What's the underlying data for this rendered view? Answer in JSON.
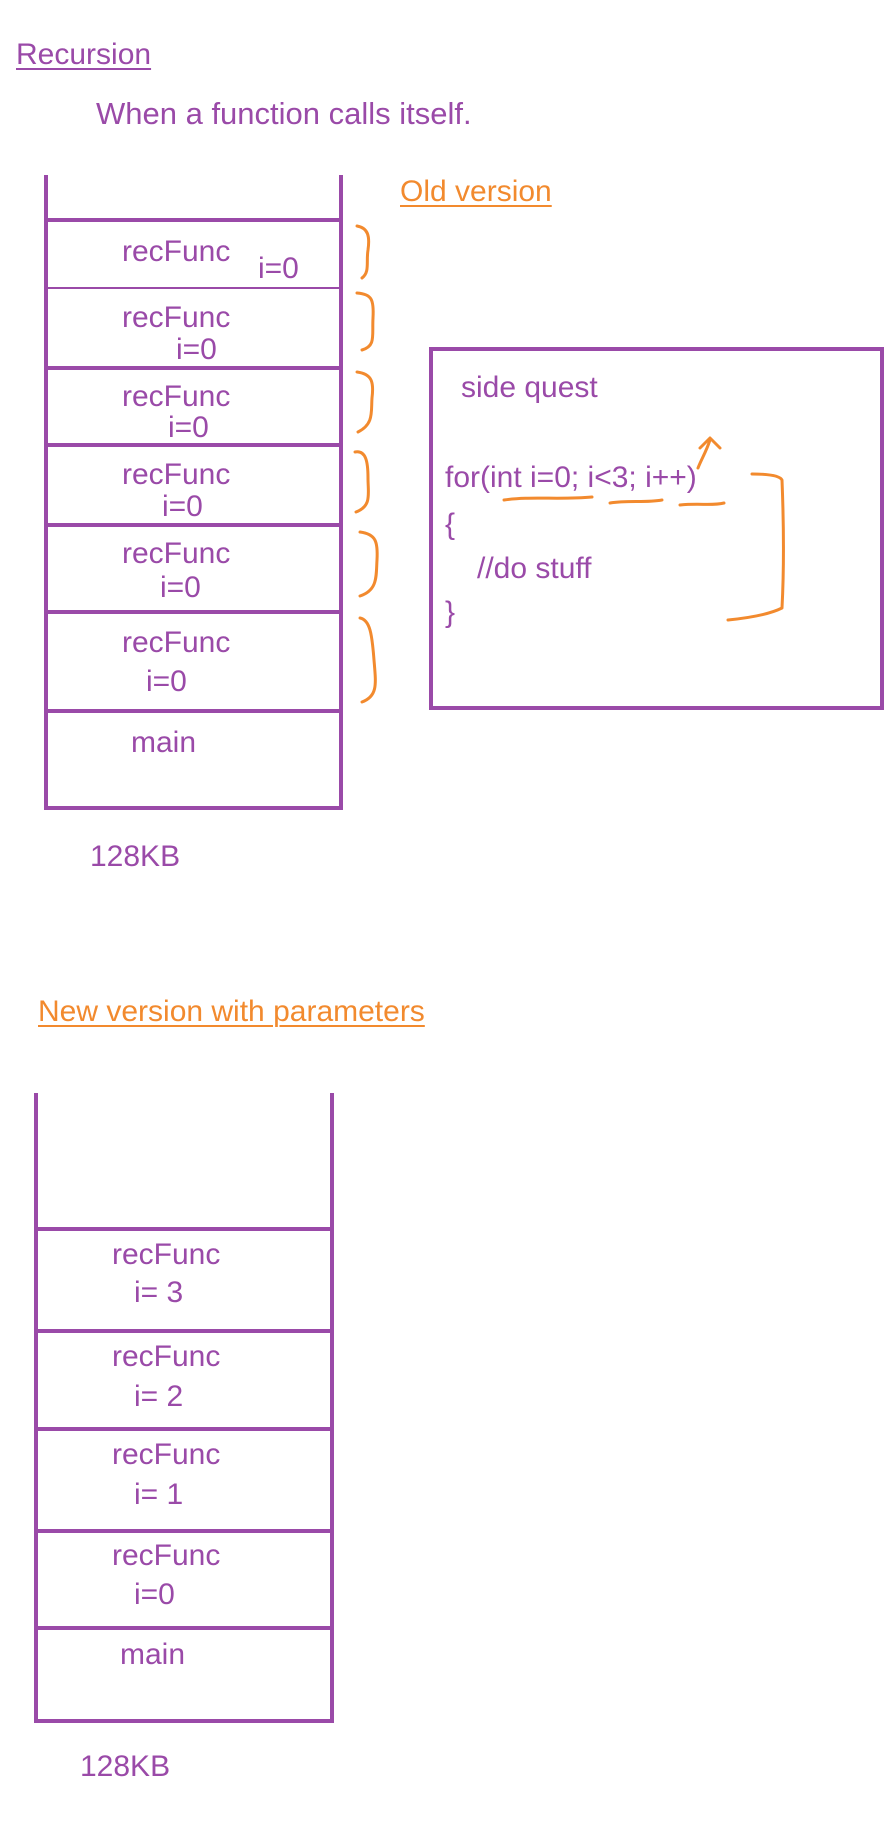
{
  "header": {
    "title": "Recursion",
    "definition": "When a function calls itself."
  },
  "old_version": {
    "label": "Old version",
    "frames": [
      {
        "name": "recFunc",
        "var": "i=0"
      },
      {
        "name": "recFunc",
        "var": "i=0"
      },
      {
        "name": "recFunc",
        "var": "i=0"
      },
      {
        "name": "recFunc",
        "var": "i=0"
      },
      {
        "name": "recFunc",
        "var": "i=0"
      },
      {
        "name": "recFunc",
        "var": "i=0"
      }
    ],
    "base": "main",
    "size": "128KB"
  },
  "side_quest": {
    "title": "side quest",
    "code": [
      "for(int i=0; i<3; i++)",
      "{",
      "//do stuff",
      "}"
    ]
  },
  "new_version": {
    "label": "New version with parameters",
    "frames": [
      {
        "name": "recFunc",
        "var": "i= 3"
      },
      {
        "name": "recFunc",
        "var": "i= 2"
      },
      {
        "name": "recFunc",
        "var": "i= 1"
      },
      {
        "name": "recFunc",
        "var": "i=0"
      }
    ],
    "base": "main",
    "size": "128KB"
  },
  "colors": {
    "purple": "#9a4aa8",
    "orange": "#f28a2e"
  }
}
